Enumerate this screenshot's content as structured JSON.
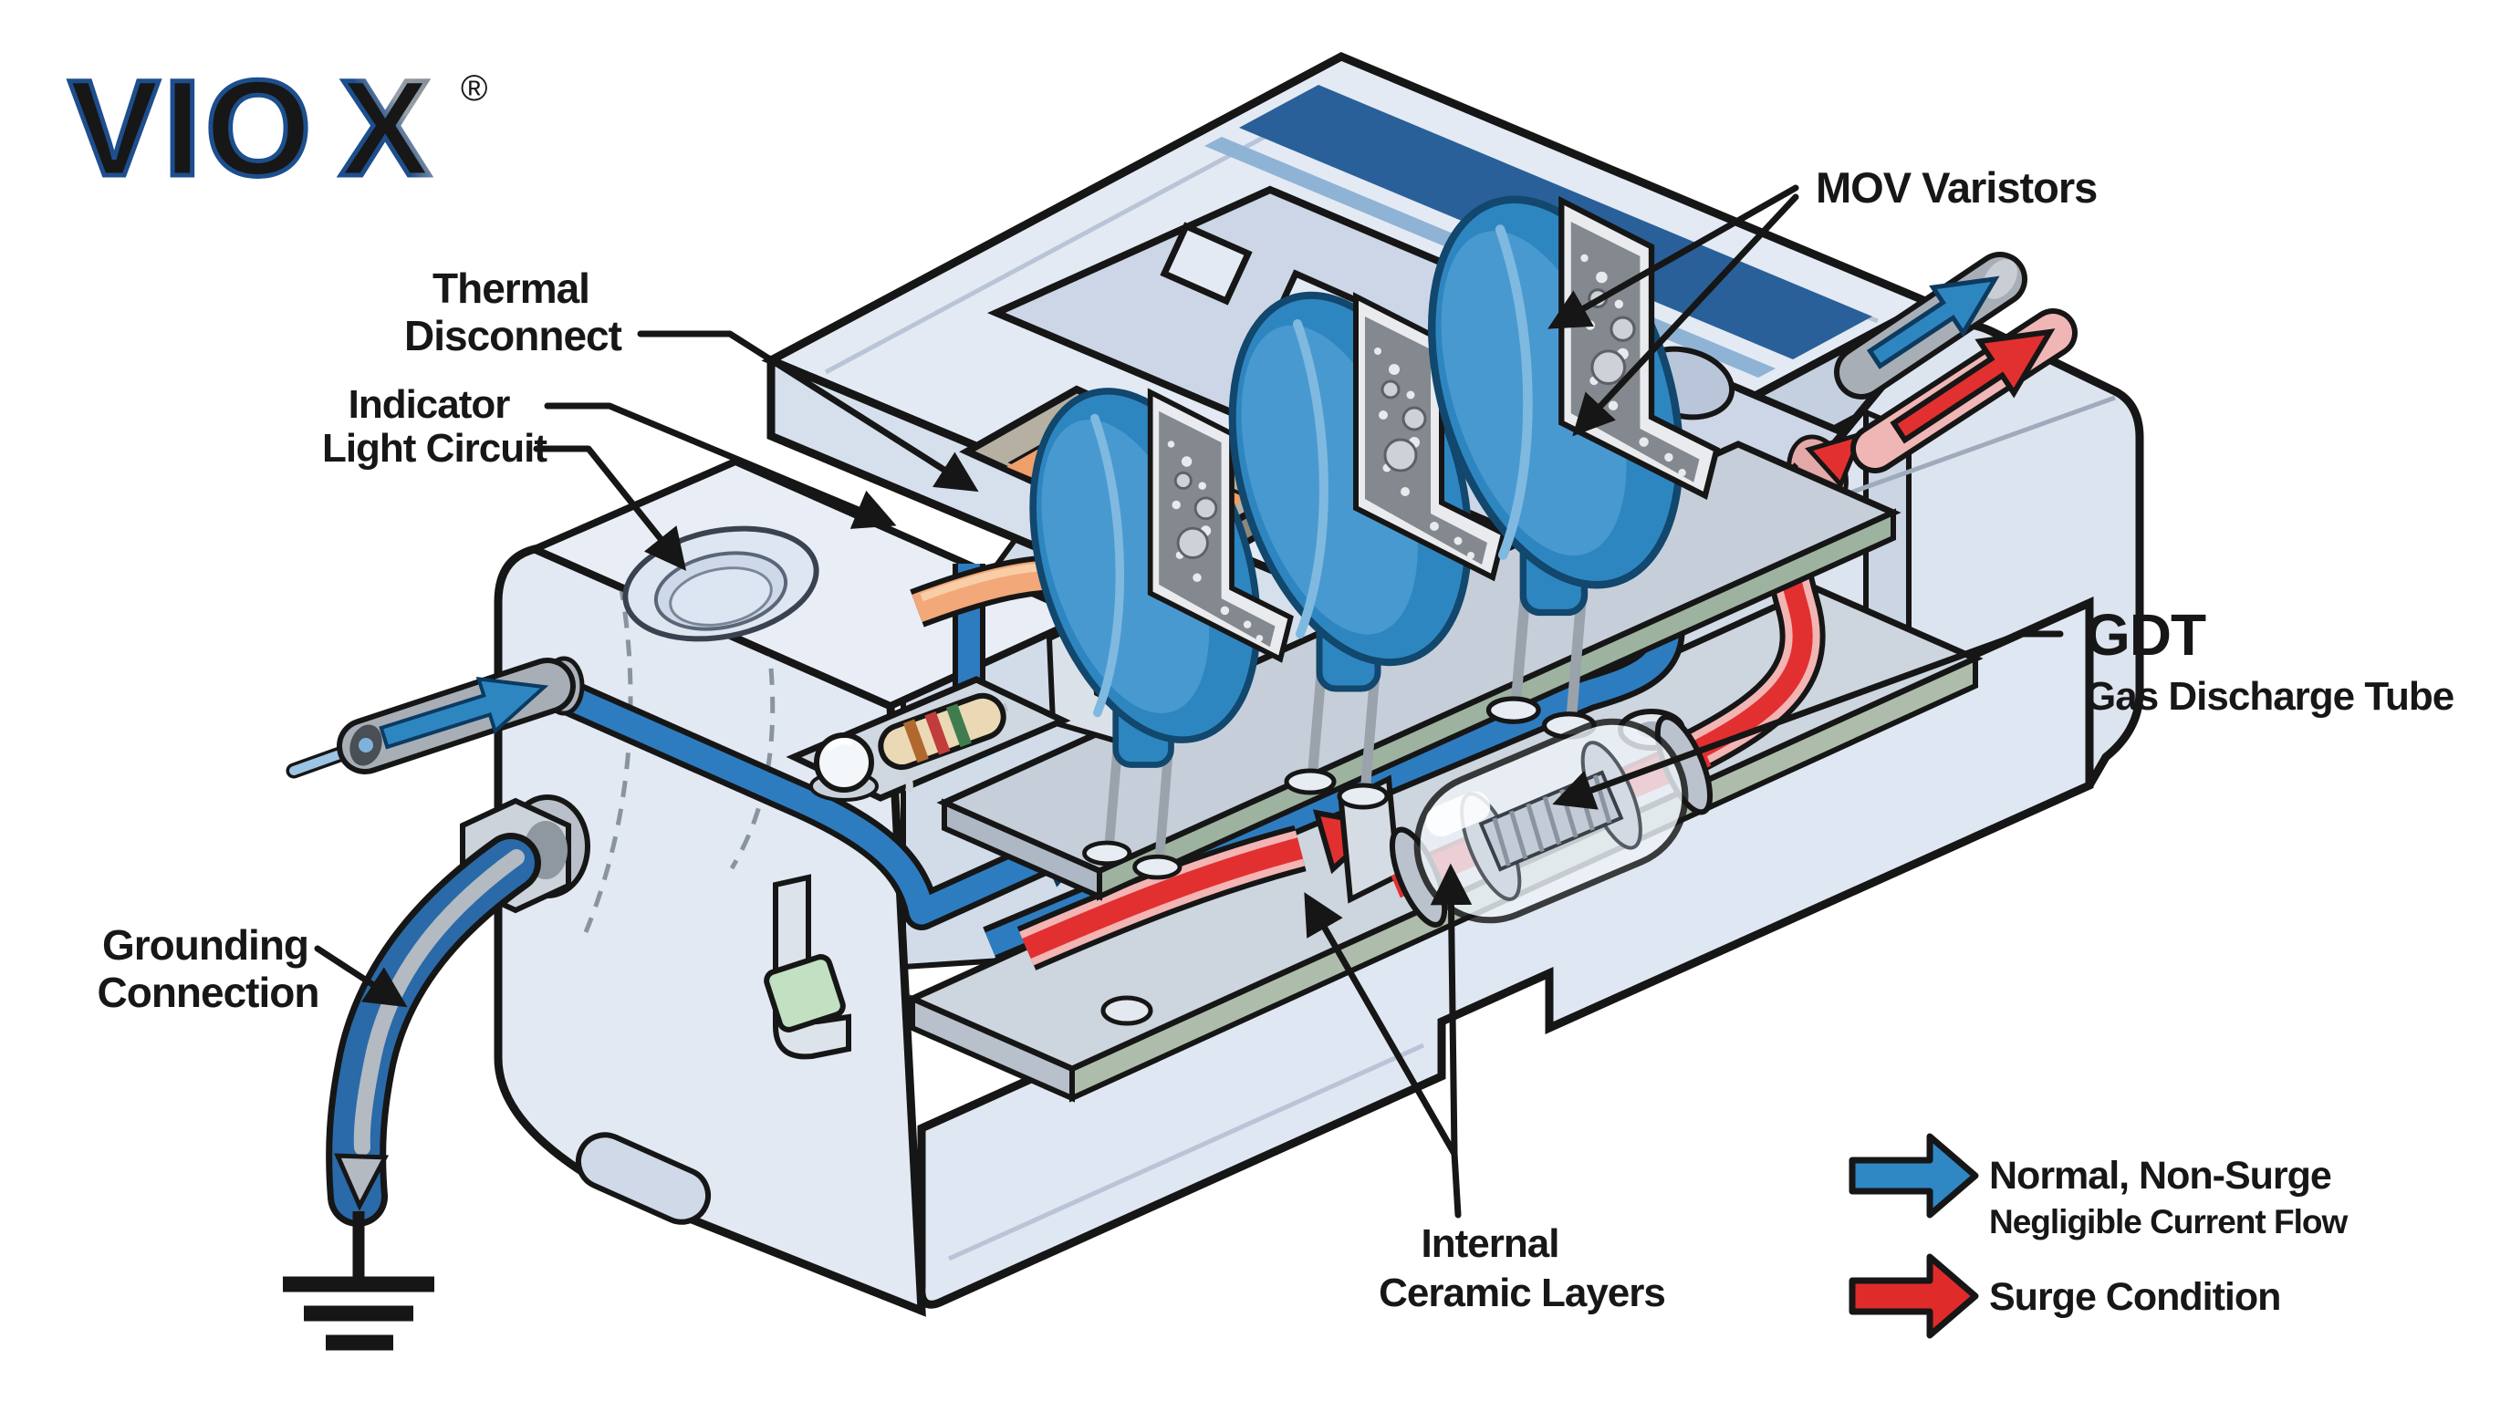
{
  "logo": {
    "brand_prefix": "VIO",
    "brand_accent": "X",
    "registered": "®"
  },
  "labels": {
    "thermal_disconnect": {
      "line1": "Thermal",
      "line2": "Disconnect"
    },
    "indicator_light_circuit": {
      "line1": "Indicator",
      "line2": "Light Circuit"
    },
    "mov_varistors": {
      "text": "MOV Varistors"
    },
    "gdt": {
      "abbr": "GDT",
      "full": "Gas Discharge Tube"
    },
    "grounding_connection": {
      "line1": "Grounding",
      "line2": "Connection"
    },
    "internal_ceramic_layers": {
      "line1": "Internal",
      "line2": "Ceramic Layers"
    }
  },
  "legend": {
    "normal_flow": {
      "line1": "Normal, Non-Surge",
      "line2": "Negligible Current Flow",
      "color": "#2f87c4"
    },
    "surge": {
      "label": "Surge Condition",
      "color": "#e02b2b"
    }
  },
  "colors": {
    "logo_blue": "#1d4e8d",
    "logo_gray": "#8f979f",
    "normal_flow_blue": "#2f87c4",
    "surge_red": "#e02b2b",
    "enclosure_light": "#e3eaf4",
    "cover_stripe_blue": "#2a6099",
    "mov_disc_blue": "#2e86c1",
    "copper_orange": "#f2a878",
    "outline_ink": "#161616"
  }
}
